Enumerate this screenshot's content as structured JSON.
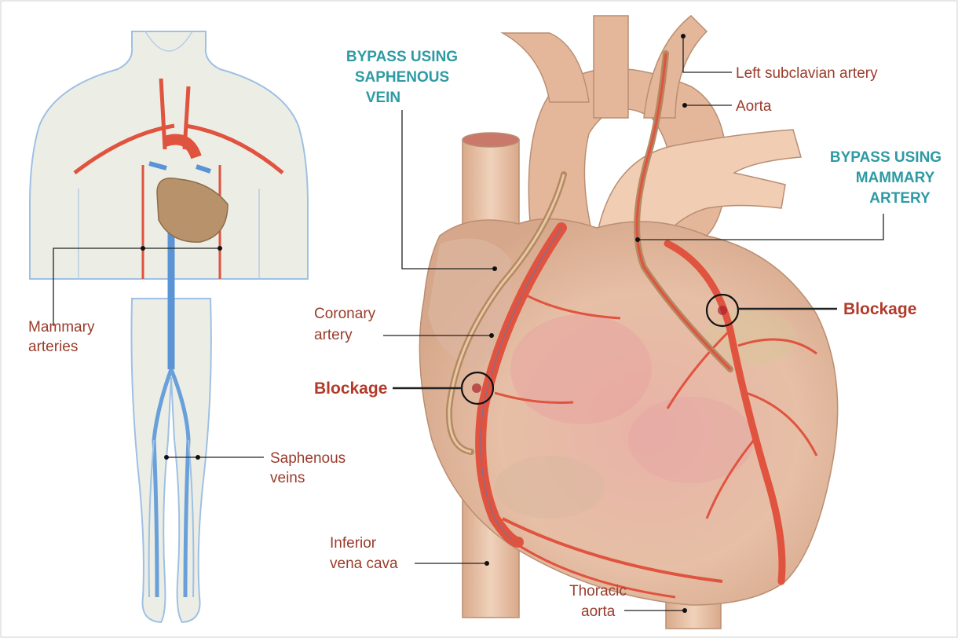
{
  "labels": {
    "bypass_saphenous": [
      "BYPASS USING",
      "SAPHENOUS",
      "VEIN"
    ],
    "bypass_mammary": [
      "BYPASS USING",
      "MAMMARY",
      "ARTERY"
    ],
    "left_subclavian": "Left subclavian artery",
    "aorta": "Aorta",
    "mammary_arteries": [
      "Mammary",
      "arteries"
    ],
    "saphenous_veins": [
      "Saphenous",
      "veins"
    ],
    "coronary_artery": [
      "Coronary",
      "artery"
    ],
    "blockage_left": "Blockage",
    "blockage_right": "Blockage",
    "inferior_vena_cava": [
      "Inferior",
      "vena cava"
    ],
    "thoracic_aorta": [
      "Thoracic",
      "aorta"
    ]
  },
  "colors": {
    "teal": "#2e9aa3",
    "brown_text": "#9a3b2a",
    "blockage_text": "#b23a2a",
    "artery_red": "#e0533f",
    "vein_blue": "#5b94d6",
    "heart_tan": "#e9c0a6",
    "vessel_tan": "#e8c3a8",
    "body_fill": "#e9ebe3",
    "body_outline": "#9fc0e3"
  }
}
